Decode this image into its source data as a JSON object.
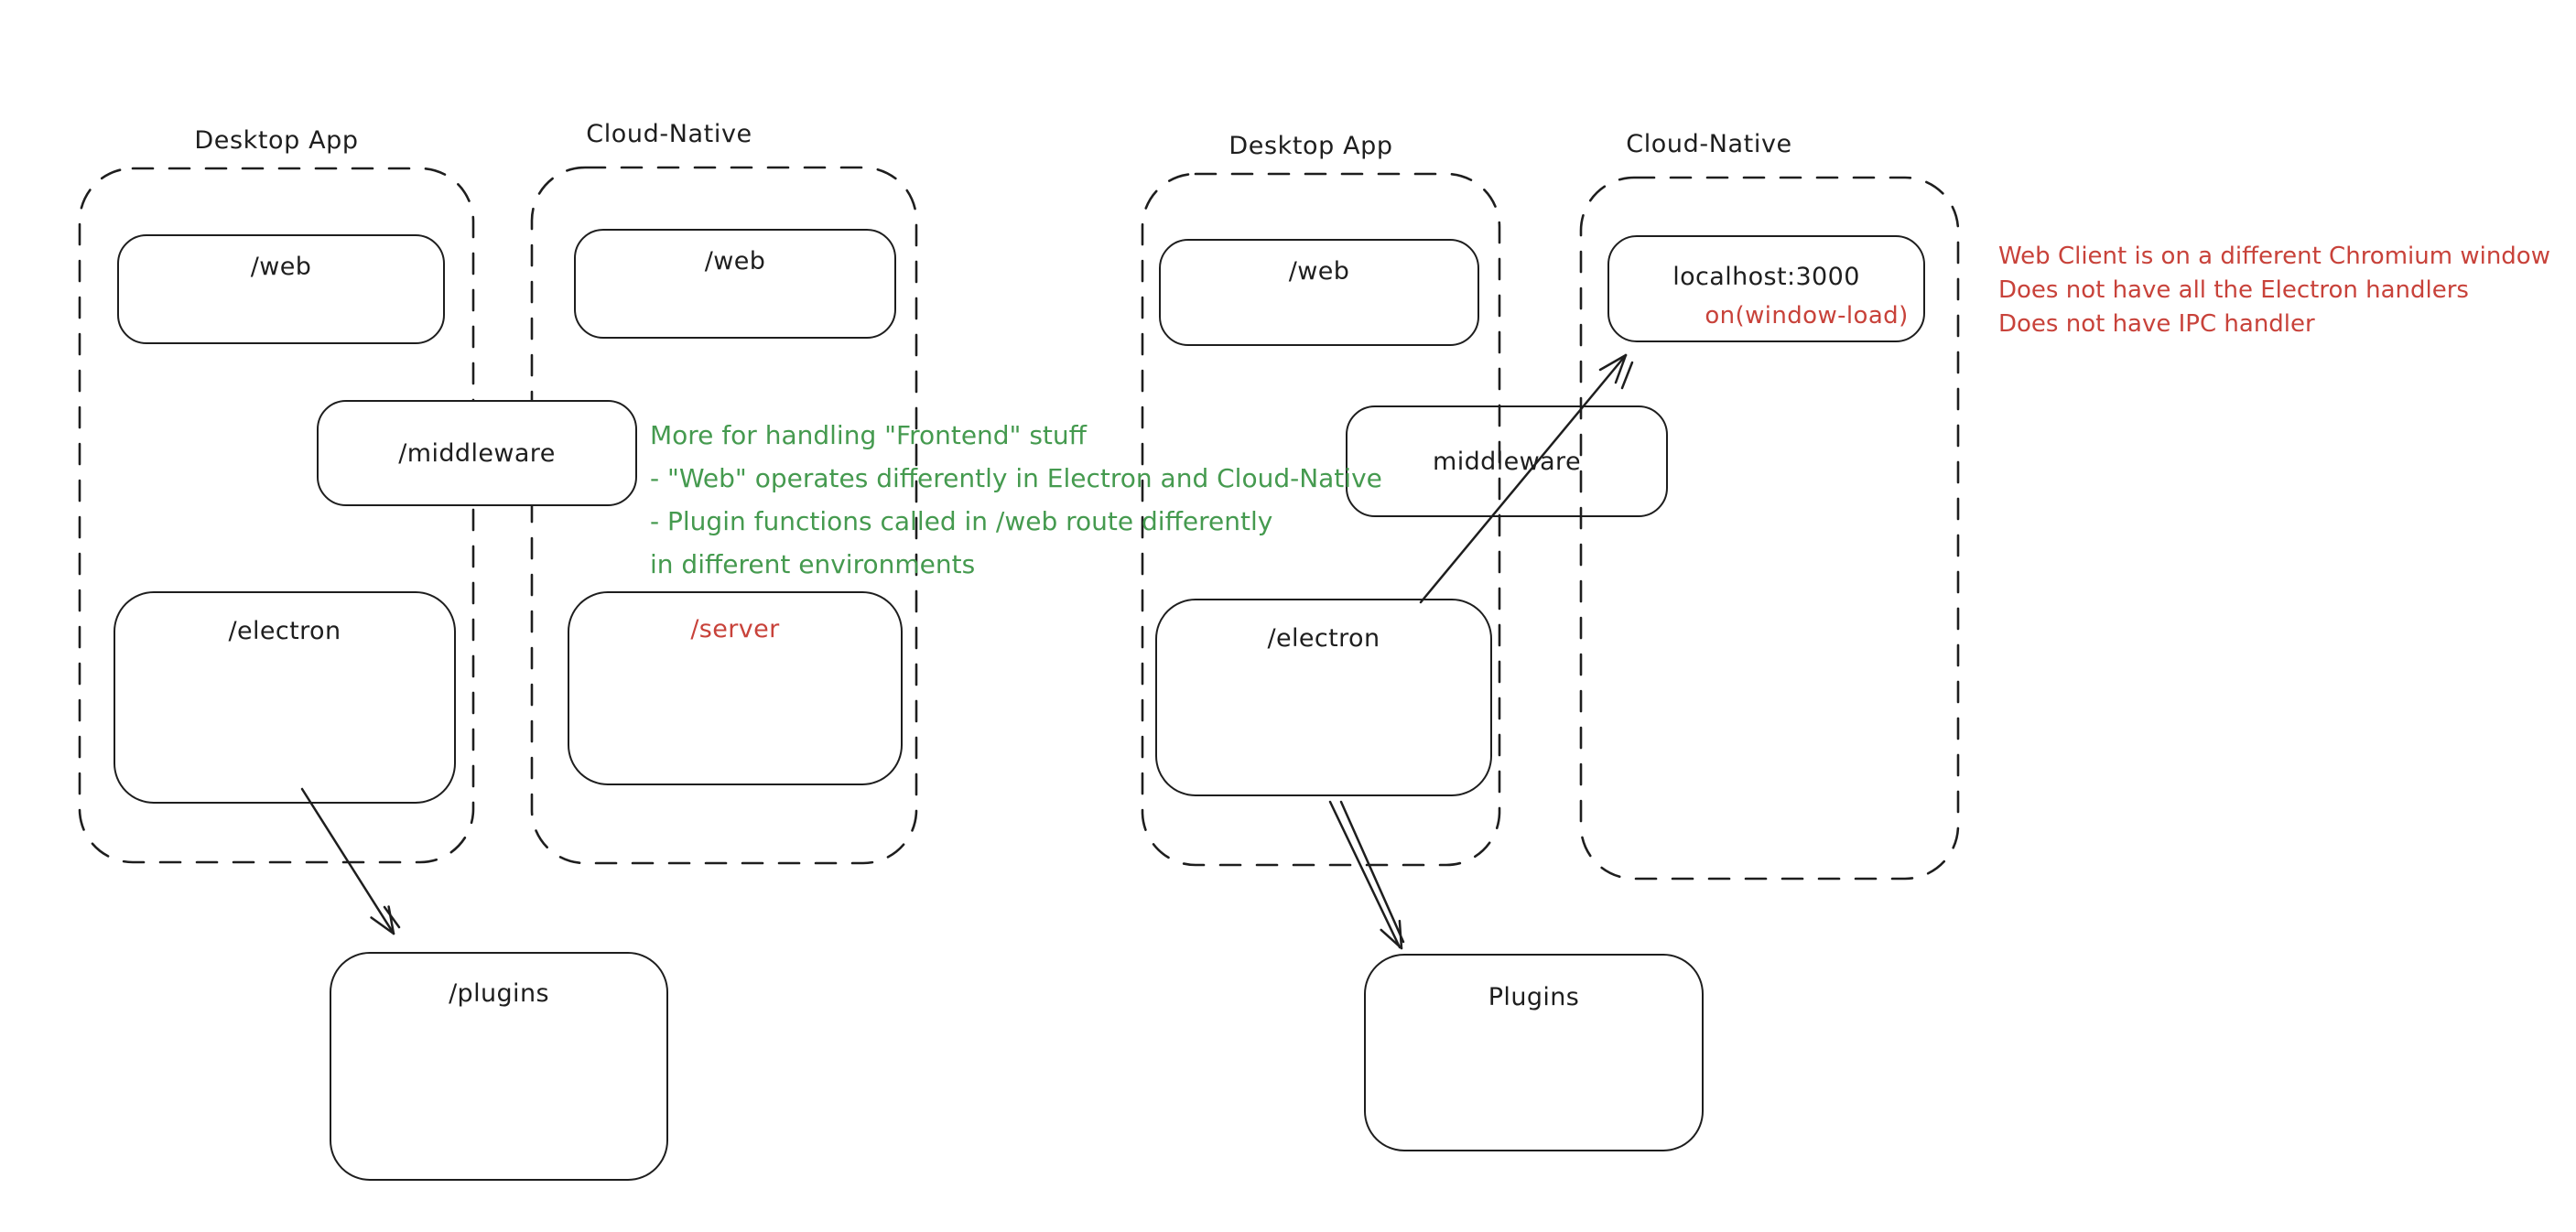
{
  "colors": {
    "ink": "#1e1e1e",
    "green": "#459a4f",
    "red": "#c8423a"
  },
  "left": {
    "desktop_title": "Desktop App",
    "cloud_title": "Cloud-Native",
    "web_desktop": "/web",
    "web_cloud": "/web",
    "middleware": "/middleware",
    "electron": "/electron",
    "server": "/server",
    "plugins": "/plugins",
    "note": {
      "line1": "More for handling \"Frontend\" stuff",
      "line2": "- \"Web\" operates differently in Electron and Cloud-Native",
      "line3": "- Plugin functions called in /web route differently",
      "line4": "in different environments"
    }
  },
  "right": {
    "desktop_title": "Desktop App",
    "cloud_title": "Cloud-Native",
    "web": "/web",
    "localhost": "localhost:3000",
    "window_load": "on(window-load)",
    "middleware": "middleware",
    "electron": "/electron",
    "plugins": "Plugins",
    "note": {
      "line1": "Web Client is on a different Chromium window",
      "line2": "Does not have all the Electron handlers",
      "line3": "Does not have IPC handler"
    }
  }
}
